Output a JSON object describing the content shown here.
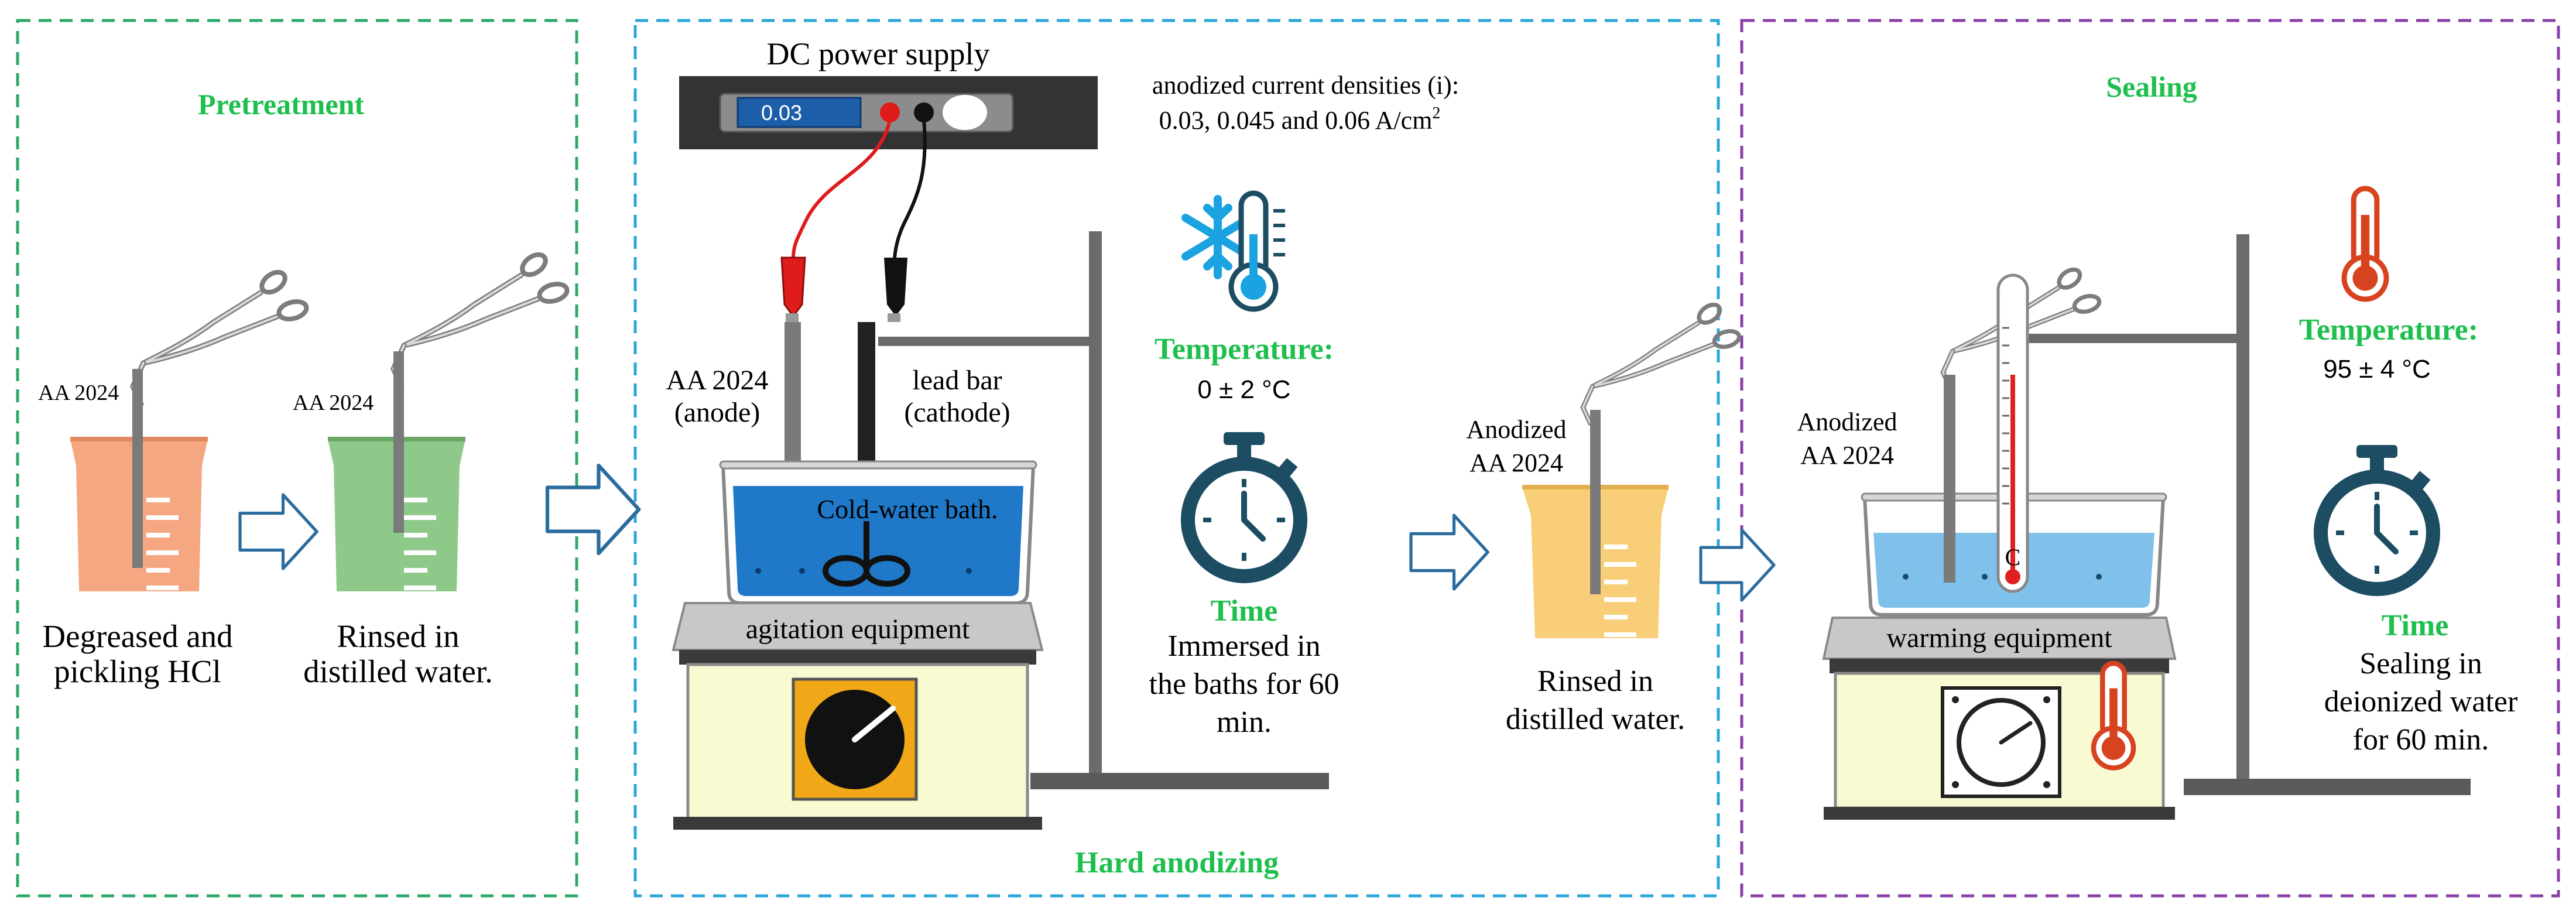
{
  "colors": {
    "pretreatment_border": "#2ea86a",
    "anodizing_border": "#2aa6d9",
    "sealing_border": "#8a3fa8",
    "title_green": "#1fbf4e",
    "arrow": "#2b6c9e",
    "beaker_orange": "#f4a27a",
    "beaker_green": "#8fc98a",
    "beaker_yellow": "#f8cf78",
    "bath_blue": "#1f78c8",
    "bath_light_blue": "#7fc1ea",
    "icon_navy": "#1c4d63",
    "icon_red": "#d8431f"
  },
  "pretreatment": {
    "title": "Pretreatment",
    "sample_label_1": "AA 2024",
    "sample_label_2": "AA 2024",
    "step1_line1": "Degreased and",
    "step1_line2": "pickling HCl",
    "step2_line1": "Rinsed in",
    "step2_line2": "distilled water."
  },
  "anodizing": {
    "title": "Hard anodizing",
    "power_supply_title": "DC power supply",
    "display_value": "0.03",
    "densities_line1": "anodized current densities (i):",
    "densities_line2": "0.03, 0.045 and 0.06 A/cm",
    "densities_superscript": "2",
    "anode_line1": "AA 2024",
    "anode_line2": "(anode)",
    "cathode_line1": "lead bar",
    "cathode_line2": "(cathode)",
    "bath_label": "Cold-water bath.",
    "equipment_label": "agitation equipment",
    "temperature_title": "Temperature:",
    "temperature_value": "0 ± 2 °C",
    "time_title": "Time",
    "time_line1": "Immersed in",
    "time_line2": "the baths for 60",
    "time_line3": "min.",
    "rinse_sample_line1": "Anodized",
    "rinse_sample_line2": "AA 2024",
    "rinse_line1": "Rinsed in",
    "rinse_line2": "distilled water."
  },
  "sealing": {
    "title": "Sealing",
    "sample_line1": "Anodized",
    "sample_line2": "AA 2024",
    "thermometer_unit": "C",
    "equipment_label": "warming equipment",
    "temperature_title": "Temperature:",
    "temperature_value": "95 ± 4 °C",
    "time_title": "Time",
    "time_line1": "Sealing in",
    "time_line2": "deionized water",
    "time_line3": "for 60  min."
  },
  "icons": {
    "tongs": "tongs-icon",
    "beaker": "beaker-icon",
    "arrow": "arrow-right-icon",
    "snowflake_thermometer": "cold-thermometer-icon",
    "stopwatch": "stopwatch-icon",
    "hot_thermometer": "hot-thermometer-icon",
    "gauge": "gauge-icon",
    "stirrer": "magnetic-stirrer-icon",
    "knob": "control-knob-icon"
  }
}
